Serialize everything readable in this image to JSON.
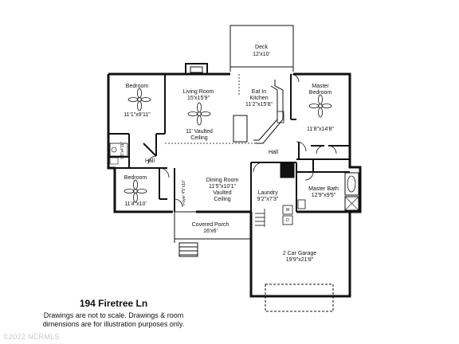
{
  "address": "194 Firetree Ln",
  "disclaimer_line1": "Drawings are not to scale. Drawings & room",
  "disclaimer_line2": "dimensions are for illustration purposes only.",
  "copyright": "©2022 NCRMLS",
  "rooms": {
    "deck": {
      "name": "Deck",
      "dims": "12'x10'"
    },
    "bedroom1": {
      "name": "Bedroom",
      "dims": "11'1\"x9'11\""
    },
    "living": {
      "name": "Living Room",
      "dims": "15'x15'9\""
    },
    "kitchen": {
      "name1": "Eat In",
      "name2": "Kitchen",
      "dims": "11'2\"x15'8\""
    },
    "master": {
      "name1": "Master",
      "name2": "Bedroom",
      "dims": "11'8\"x14'8\""
    },
    "vaulted": {
      "line1": "11' Vaulted",
      "line2": "Ceiling"
    },
    "hall_left": {
      "name": "Hall"
    },
    "hall_right": {
      "name": "Hall"
    },
    "bath_small": {
      "dims": "8'5\"x4'11\""
    },
    "bedroom2": {
      "name": "Bedroom",
      "dims": "11'4\"x10'"
    },
    "dining": {
      "name": "Dining Room",
      "dims": "11'5\"x10'1\"",
      "line3": "Vaulted",
      "line4": "Ceiling"
    },
    "foyer": {
      "dims": "Foyer 4'5\"x10'"
    },
    "laundry": {
      "name": "Laundry",
      "dims": "9'2\"x7'3\""
    },
    "master_bath": {
      "name": "Master Bath",
      "dims": "12'9\"x9'5\""
    },
    "porch": {
      "name": "Covered Porch",
      "dims": "16'x6'"
    },
    "garage": {
      "name": "2 Car Garage",
      "dims": "19'9\"x21'8\""
    }
  },
  "appliances": {
    "washer": "W",
    "dryer": "D"
  }
}
